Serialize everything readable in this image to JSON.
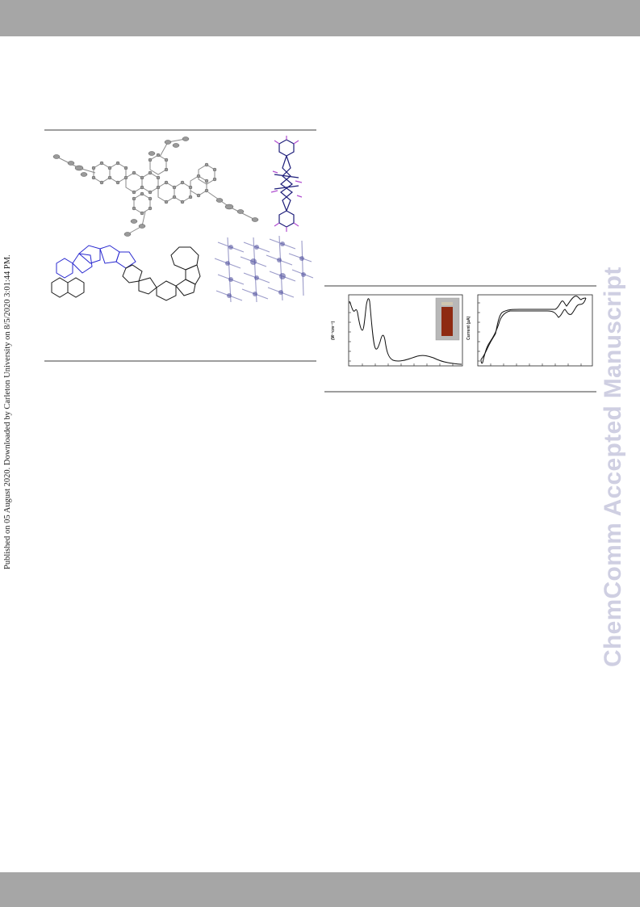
{
  "side_note": "Published on 05 August 2020. Downloaded by Carleton University on 8/5/2020 3:01:44 PM.",
  "watermark": "ChemComm Accepted Manuscript",
  "figure_left": {
    "panels": [
      "crystal-structure-ortep",
      "stacking-side-view",
      "ring-schematic",
      "crystal-packing"
    ]
  },
  "figure_right": {
    "absorption_plot": {
      "ylabel": "(M⁻¹cm⁻¹)",
      "inset": "solution-vial-photo"
    },
    "cv_plot": {
      "ylabel": "Current (μA)"
    }
  },
  "colors": {
    "band": "#a6a6a6",
    "rule": "#9e9e9e",
    "watermark": "#cfcfe2",
    "schematic_blue": "#2a2ad0",
    "vial_red": "#8e2a12"
  }
}
